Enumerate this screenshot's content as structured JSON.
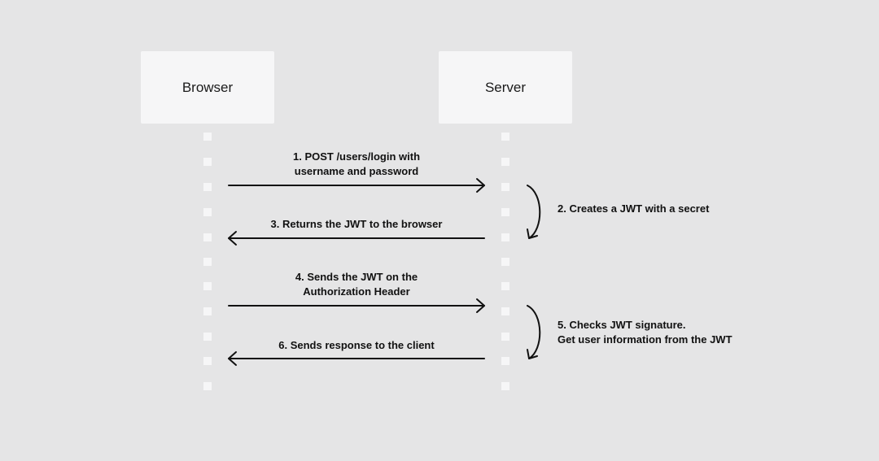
{
  "actors": {
    "browser": "Browser",
    "server": "Server"
  },
  "messages": {
    "m1": {
      "line1": "1. POST /users/login with",
      "line2": "username and password"
    },
    "m2": {
      "line1": "2. Creates a JWT with a secret"
    },
    "m3": {
      "line1": "3. Returns the JWT to the browser"
    },
    "m4": {
      "line1": "4. Sends the JWT on the",
      "line2": "Authorization Header"
    },
    "m5": {
      "line1": "5. Checks JWT signature.",
      "line2": "Get user information from the JWT"
    },
    "m6": {
      "line1": "6. Sends response to the client"
    }
  },
  "colors": {
    "background": "#e5e5e6",
    "box": "#f6f6f7",
    "lifeline": "#f6f6f7",
    "arrow": "#111111"
  }
}
